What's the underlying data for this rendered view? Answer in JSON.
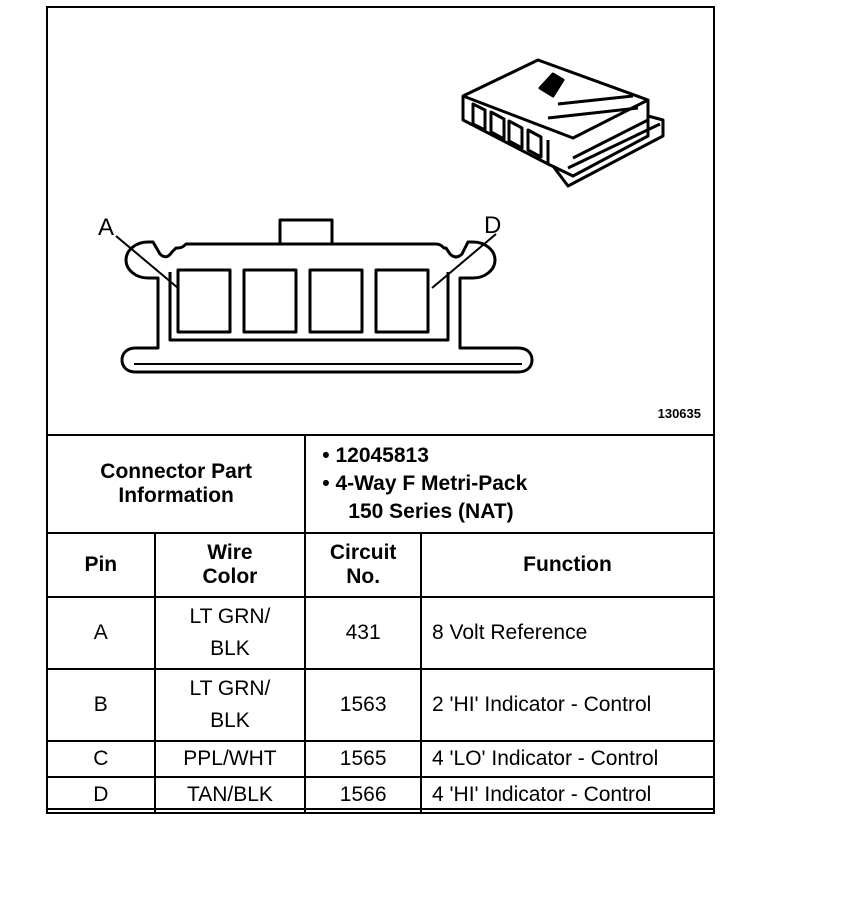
{
  "figure": {
    "id": "130635",
    "pin_first": "A",
    "pin_last": "D"
  },
  "info": {
    "label_line1": "Connector Part",
    "label_line2": "Information",
    "bullets": [
      "• 12045813",
      "• 4-Way F Metri-Pack",
      "150 Series (NAT)"
    ]
  },
  "headers": {
    "pin": "Pin",
    "wire_line1": "Wire",
    "wire_line2": "Color",
    "circuit_line1": "Circuit",
    "circuit_line2": "No.",
    "function": "Function"
  },
  "rows": [
    {
      "pin": "A",
      "wire1": "LT GRN/",
      "wire2": "BLK",
      "circuit": "431",
      "function": "8 Volt Reference"
    },
    {
      "pin": "B",
      "wire1": "LT GRN/",
      "wire2": "BLK",
      "circuit": "1563",
      "function": "2 'HI' Indicator - Control"
    },
    {
      "pin": "C",
      "wire1": "PPL/WHT",
      "wire2": "",
      "circuit": "1565",
      "function": "4 'LO' Indicator - Control"
    },
    {
      "pin": "D",
      "wire1": "TAN/BLK",
      "wire2": "",
      "circuit": "1566",
      "function": "4 'HI' Indicator - Control"
    }
  ]
}
